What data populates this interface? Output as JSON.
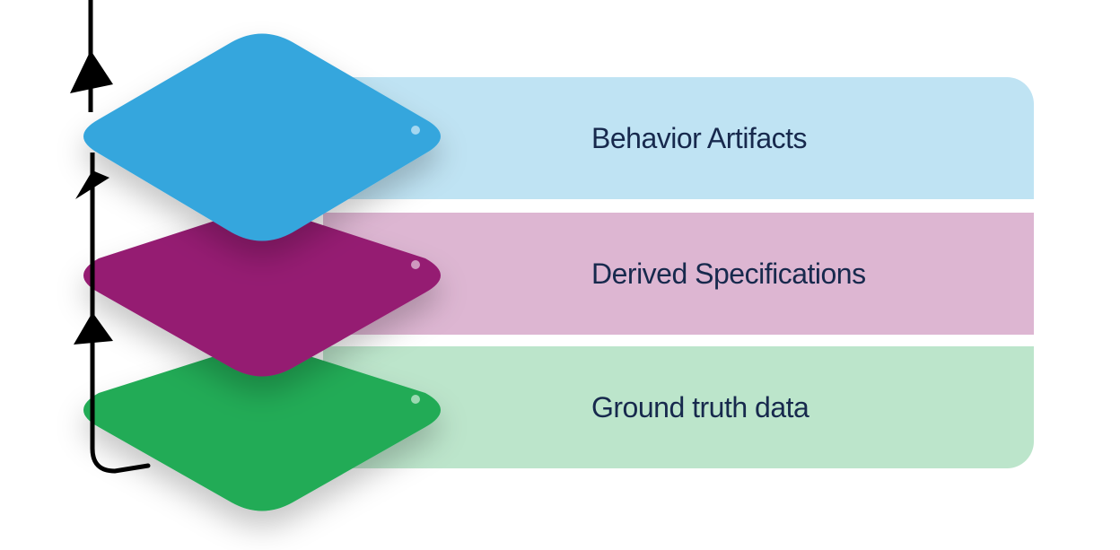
{
  "layers": [
    {
      "label": "Behavior Artifacts",
      "color": "#34a6dd",
      "band_color": "#bfe3f3"
    },
    {
      "label": "Derived Specifications",
      "color": "#951b72",
      "band_color": "#ddb6d2"
    },
    {
      "label": "Ground truth data",
      "color": "#21ab57",
      "band_color": "#bce5cb"
    }
  ],
  "arrow_color": "#000000"
}
